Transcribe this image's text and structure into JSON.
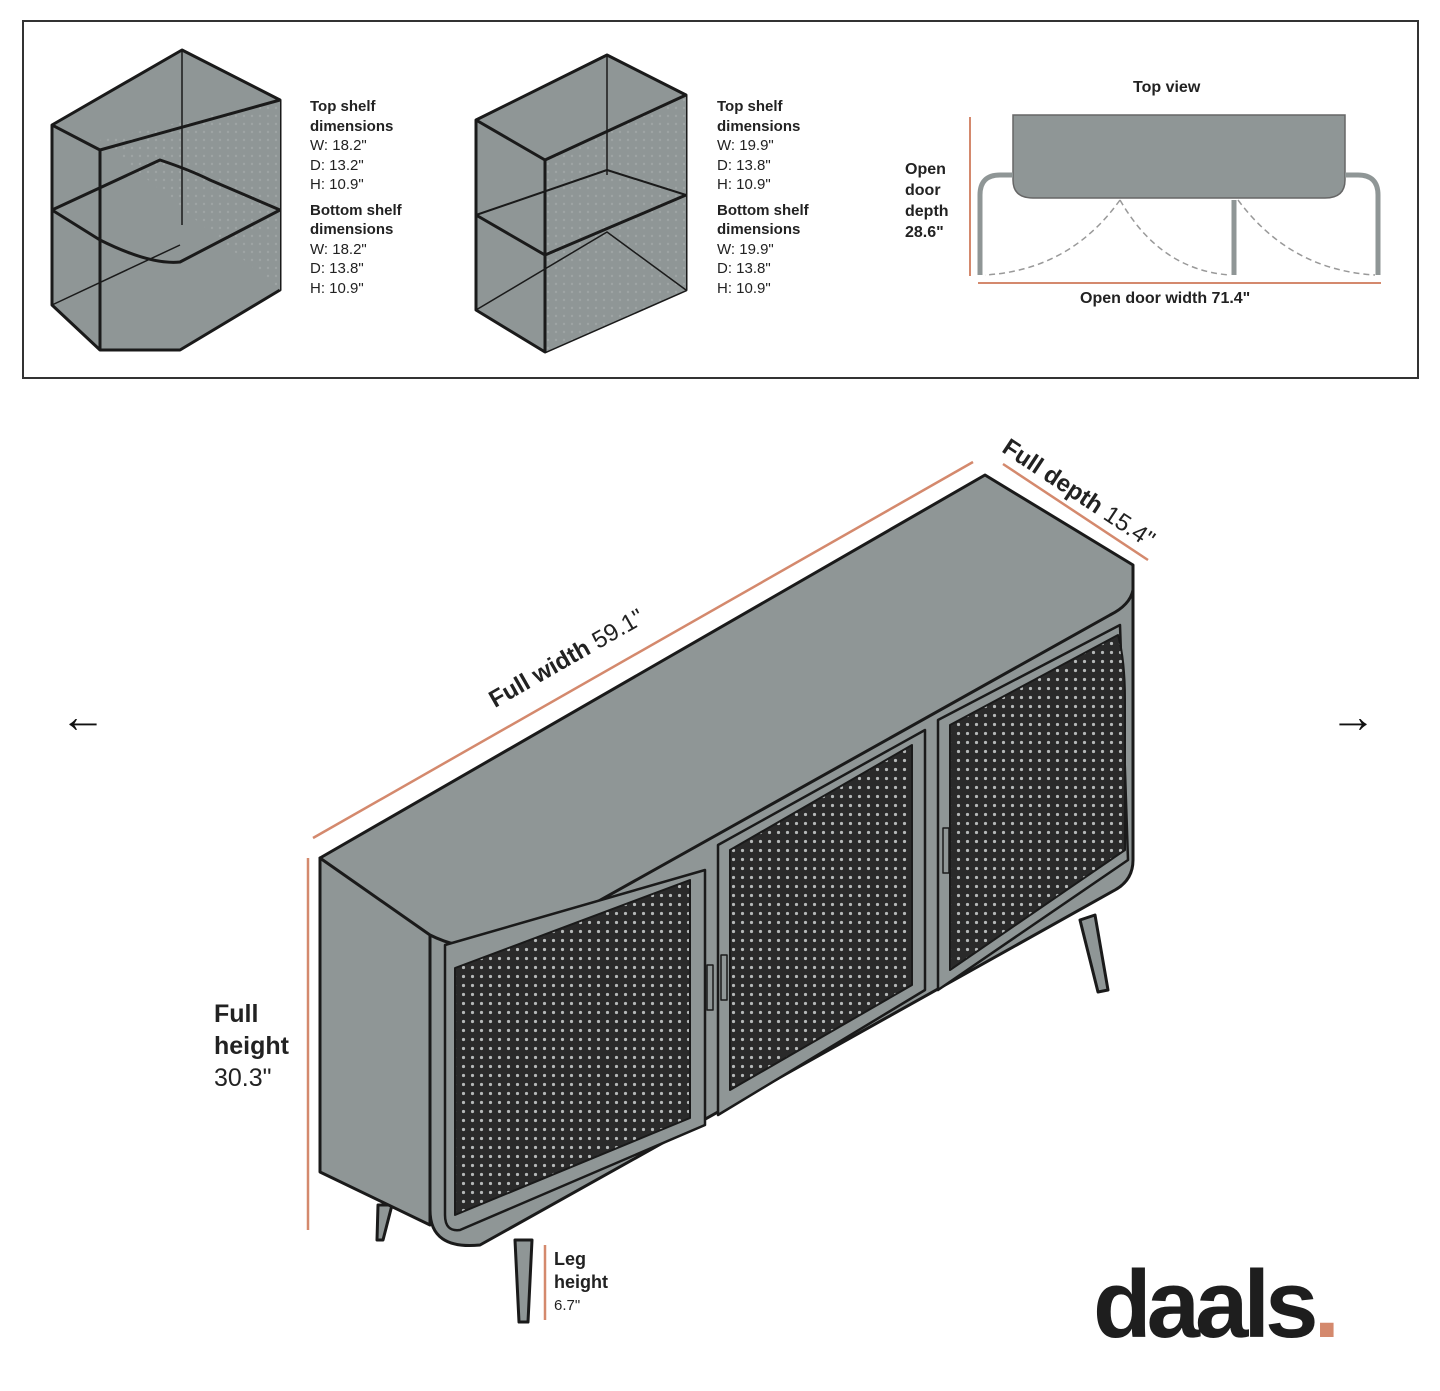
{
  "navigation": {
    "prev_icon": "arrow-left-icon",
    "next_icon": "arrow-right-icon",
    "prev_glyph": "←",
    "next_glyph": "→"
  },
  "shelf_left": {
    "top_title": "Top shelf",
    "top_sub": "dimensions",
    "top_w": "W: 18.2\"",
    "top_d": "D: 13.2\"",
    "top_h": "H: 10.9\"",
    "bottom_title": "Bottom shelf",
    "bottom_sub": "dimensions",
    "bottom_w": "W: 18.2\"",
    "bottom_d": "D: 13.8\"",
    "bottom_h": "H: 10.9\""
  },
  "shelf_middle": {
    "top_title": "Top shelf",
    "top_sub": "dimensions",
    "top_w": "W: 19.9\"",
    "top_d": "D: 13.8\"",
    "top_h": "H: 10.9\"",
    "bottom_title": "Bottom shelf",
    "bottom_sub": "dimensions",
    "bottom_w": "W: 19.9\"",
    "bottom_d": "D: 13.8\"",
    "bottom_h": "H: 10.9\""
  },
  "top_view": {
    "title": "Top view",
    "depth_l1": "Open",
    "depth_l2": "door",
    "depth_l3": "depth",
    "depth_value": "28.6\"",
    "width_label": "Open door width 71.4\""
  },
  "main": {
    "width_label": "Full width",
    "width_value": "59.1\"",
    "depth_label": "Full depth",
    "depth_value": "15.4\"",
    "height_l1": "Full",
    "height_l2": "height",
    "height_value": "30.3\"",
    "leg_l1": "Leg",
    "leg_l2": "height",
    "leg_value": "6.7\""
  },
  "brand": {
    "name": "daals",
    "dot": "."
  },
  "colors": {
    "accent": "#d4896d",
    "furniture": "#8f9696",
    "line": "#1a1a1a"
  }
}
